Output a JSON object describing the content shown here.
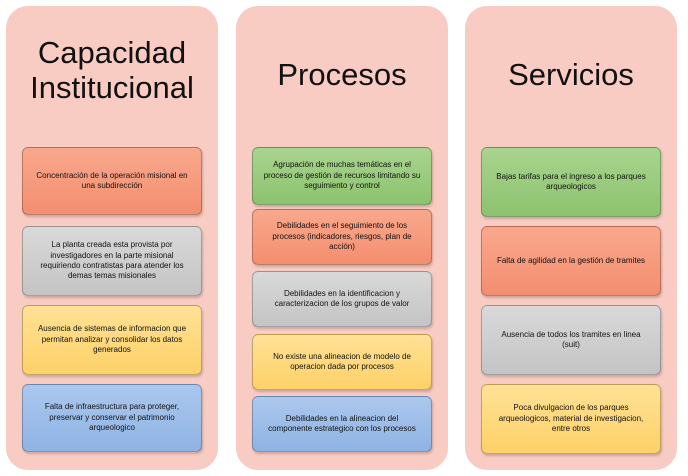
{
  "columns": [
    {
      "title": "Capacidad\nInstitucional",
      "cards": [
        "Concentración de la operación misional en una subdirección",
        "La planta creada esta provista por investigadores en la parte misional requiriendo contratistas para atender los demas temas misionales",
        "Ausencia de sistemas de informacion que permitan analizar y consolidar los datos generados",
        "Falta de infraestructura para proteger, preservar y conservar el patrimonio arqueologico"
      ]
    },
    {
      "title": "Procesos",
      "cards": [
        "Agrupación de muchas temáticas en el proceso de gestión de recursos limitando su seguimiento y control",
        "Debilidades en el seguimiento de los procesos (indicadores, riesgos, plan de acción)",
        "Debilidades en la identificacion y caracterizacion de los grupos de valor",
        "No existe una alineacion de modelo de operacion dada por procesos",
        "Debilidades en la alineacion del componente estrategico con los procesos"
      ]
    },
    {
      "title": "Servicios",
      "cards": [
        "Bajas tarifas para el ingreso a los parques arqueologicos",
        "Falta de agilidad en la gestión de tramites",
        "Ausencia de todos los tramites en linea (suit)",
        "Poca divulgacion de los parques arqueologicos, material de investigacion, entre otros"
      ]
    }
  ]
}
